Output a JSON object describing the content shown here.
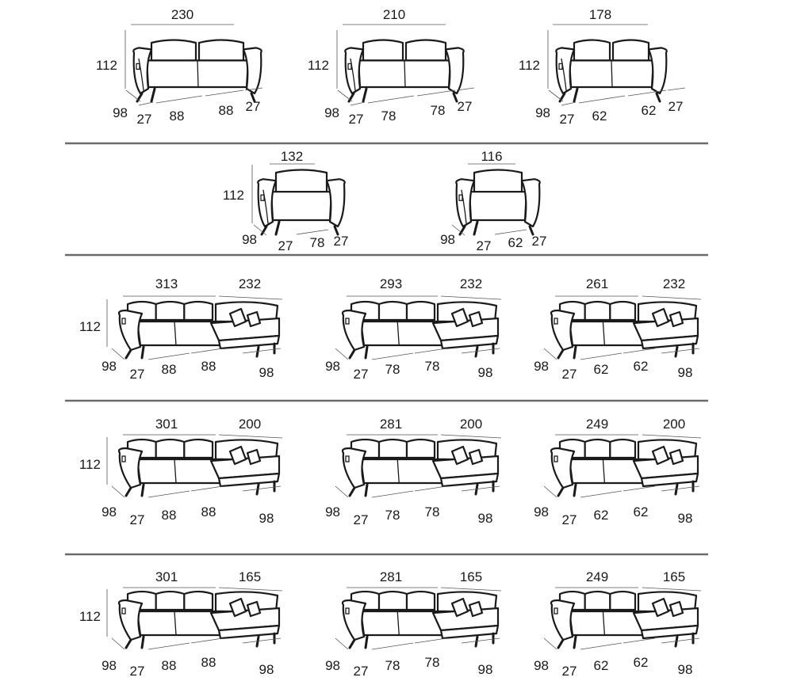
{
  "rows": [
    {
      "items": [
        {
          "kind": "sofa",
          "width": "230",
          "height": "112",
          "depth": "98",
          "arm_left": "27",
          "seats": [
            "88",
            "88"
          ],
          "arm_right": "27"
        },
        {
          "kind": "sofa",
          "width": "210",
          "height": "112",
          "depth": "98",
          "arm_left": "27",
          "seats": [
            "78",
            "78"
          ],
          "arm_right": "27"
        },
        {
          "kind": "sofa",
          "width": "178",
          "height": "112",
          "depth": "98",
          "arm_left": "27",
          "seats": [
            "62",
            "62"
          ],
          "arm_right": "27"
        }
      ]
    },
    {
      "items": [
        {
          "kind": "chair",
          "width": "132",
          "height": "112",
          "depth": "98",
          "arm_left": "27",
          "seats": [
            "78"
          ],
          "arm_right": "27"
        },
        {
          "kind": "chair",
          "width": "116",
          "depth": "98",
          "arm_left": "27",
          "seats": [
            "62"
          ],
          "arm_right": "27"
        }
      ]
    },
    {
      "items": [
        {
          "kind": "corner",
          "width": "313",
          "return_width": "232",
          "height": "112",
          "depth": "98",
          "arm_left": "27",
          "seats": [
            "88",
            "88"
          ],
          "return_depth": "98"
        },
        {
          "kind": "corner",
          "width": "293",
          "return_width": "232",
          "depth": "98",
          "arm_left": "27",
          "seats": [
            "78",
            "78"
          ],
          "return_depth": "98"
        },
        {
          "kind": "corner",
          "width": "261",
          "return_width": "232",
          "depth": "98",
          "arm_left": "27",
          "seats": [
            "62",
            "62"
          ],
          "return_depth": "98"
        }
      ]
    },
    {
      "items": [
        {
          "kind": "corner",
          "width": "301",
          "return_width": "200",
          "height": "112",
          "depth": "98",
          "arm_left": "27",
          "seats": [
            "88",
            "88"
          ],
          "return_depth": "98"
        },
        {
          "kind": "corner",
          "width": "281",
          "return_width": "200",
          "depth": "98",
          "arm_left": "27",
          "seats": [
            "78",
            "78"
          ],
          "return_depth": "98"
        },
        {
          "kind": "corner",
          "width": "249",
          "return_width": "200",
          "depth": "98",
          "arm_left": "27",
          "seats": [
            "62",
            "62"
          ],
          "return_depth": "98"
        }
      ]
    },
    {
      "items": [
        {
          "kind": "chaise",
          "width": "301",
          "return_width": "165",
          "height": "112",
          "depth": "98",
          "arm_left": "27",
          "seats": [
            "88",
            "88"
          ],
          "return_depth": "98"
        },
        {
          "kind": "chaise",
          "width": "281",
          "return_width": "165",
          "depth": "98",
          "arm_left": "27",
          "seats": [
            "78",
            "78"
          ],
          "return_depth": "98"
        },
        {
          "kind": "chaise",
          "width": "249",
          "return_width": "165",
          "depth": "98",
          "arm_left": "27",
          "seats": [
            "62",
            "62"
          ],
          "return_depth": "98"
        }
      ]
    }
  ]
}
